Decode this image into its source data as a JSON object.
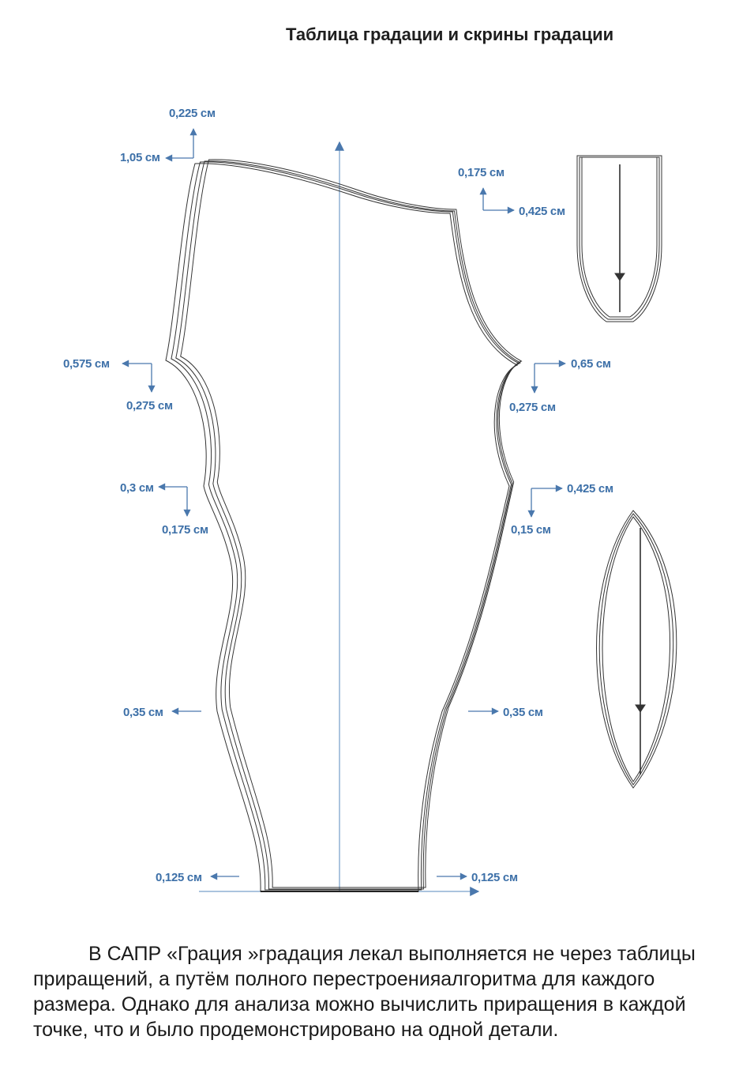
{
  "title": "Таблица градации и скрины градации",
  "colors": {
    "annotation": "#3d70a8",
    "axis": "#8fb0d3",
    "outline": "#333333"
  },
  "labels": {
    "top_left_up": "0,225 см",
    "top_left_left": "1,05 см",
    "top_right_up": "0,175 см",
    "top_right_right": "0,425 см",
    "hip_left_left": "0,575 см",
    "hip_left_down": "0,275 см",
    "hip_right_right": "0,65 см",
    "hip_right_down": "0,275 см",
    "knee_left_left": "0,3 см",
    "knee_left_down": "0,175 см",
    "knee_right_right": "0,425 см",
    "knee_right_down": "0,15 см",
    "calf_left": "0,35 см",
    "calf_right": "0,35 см",
    "hem_left": "0,125 см",
    "hem_right": "0,125 см"
  },
  "paragraph": "В САПР «Грация »градация лекал выполняется не через таблицы приращений, а путём полного перестроенияалгоритма для каждого размера. Однако для анализа можно вычислить приращения в каждой точке, что и было продемонстрировано на одной детали."
}
